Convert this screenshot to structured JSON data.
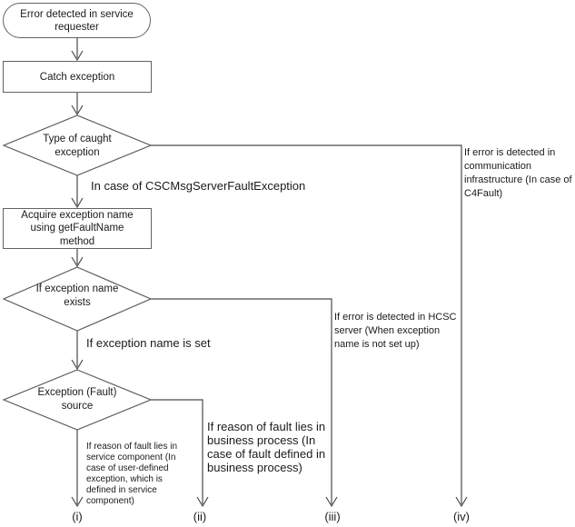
{
  "colors": {
    "background": "#ffffff",
    "line": "#4a4a4a",
    "shape_border": "#5a5a5a",
    "text": "#1a1a1a"
  },
  "flowchart": {
    "nodes": {
      "start": "Error detected in service\nrequester",
      "catch_exception": "Catch exception",
      "type_decision": "Type of caught\nexception",
      "acquire_name": "Acquire exception name\nusing getFaultName\nmethod",
      "name_exists_decision": "If exception name\nexists",
      "fault_source_decision": "Exception (Fault)\nsource"
    },
    "edge_labels": {
      "cscmsg_case": "In case of CSCMsgServerFaultException",
      "name_is_set": "If exception name is set",
      "c4fault_case": "If error is detected in\ncommunication\ninfrastructure (In case of\nC4Fault)",
      "hcsc_case": "If error is detected in HCSC\nserver (When exception\nname is not set up)",
      "business_process_case": "If reason of fault lies in\nbusiness process (In\ncase of fault defined in\nbusiness process)",
      "service_component_case": "If reason of fault lies in\nservice component (In\ncase of user-defined\nexception, which is\ndefined in service\ncomponent)"
    },
    "terminals": {
      "i": "(i)",
      "ii": "(ii)",
      "iii": "(iii)",
      "iv": "(iv)"
    }
  }
}
